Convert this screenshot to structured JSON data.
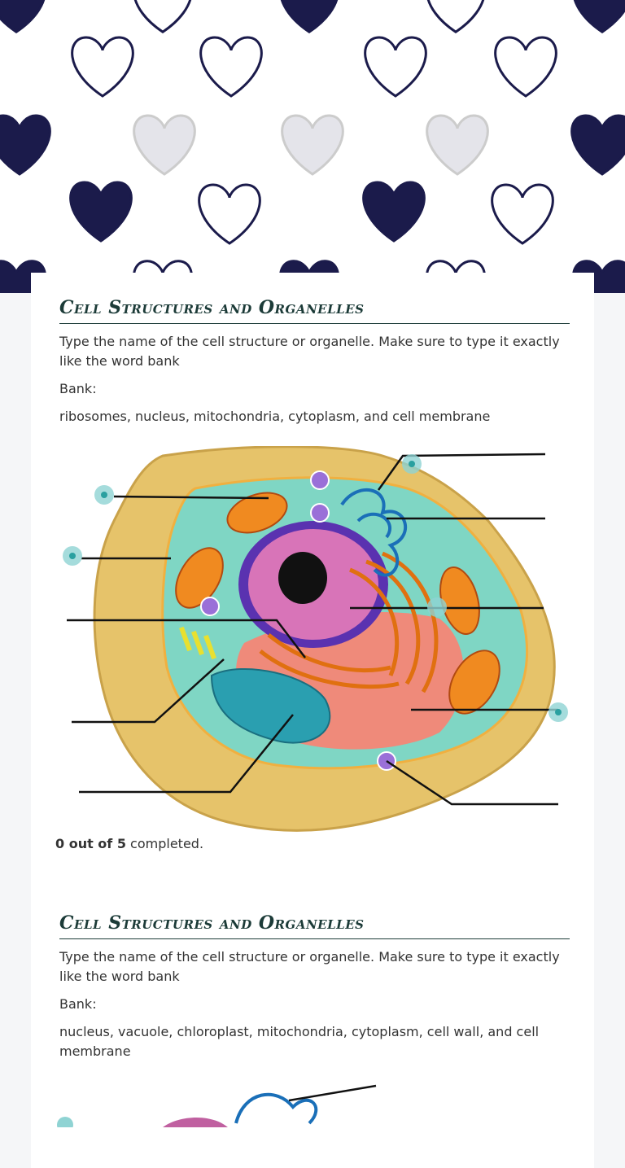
{
  "sections": [
    {
      "title": "Cell Structures and Organelles",
      "instructions": "Type the name of the cell structure or organelle. Make sure to type it exactly like the word bank",
      "bank_label": "Bank:",
      "bank_words": "ribosomes, nucleus, mitochondria, cytoplasm, and cell membrane",
      "status_count": "0 out of 5",
      "status_suffix": " completed.",
      "hotspot_count": 5
    },
    {
      "title": "Cell Structures and Organelles",
      "instructions": "Type the name of the cell structure or organelle. Make sure to type it exactly like the word bank",
      "bank_label": "Bank:",
      "bank_words": "nucleus, vacuole, chloroplast, mitochondria, cytoplasm, cell wall, and cell membrane"
    }
  ],
  "colors": {
    "navy": "#1b1b4b",
    "title": "#1c3b38",
    "hotspot": "#7fcfcf",
    "cytoplasm": "#7fd6c4",
    "cell_wall": "#e6c36a"
  }
}
